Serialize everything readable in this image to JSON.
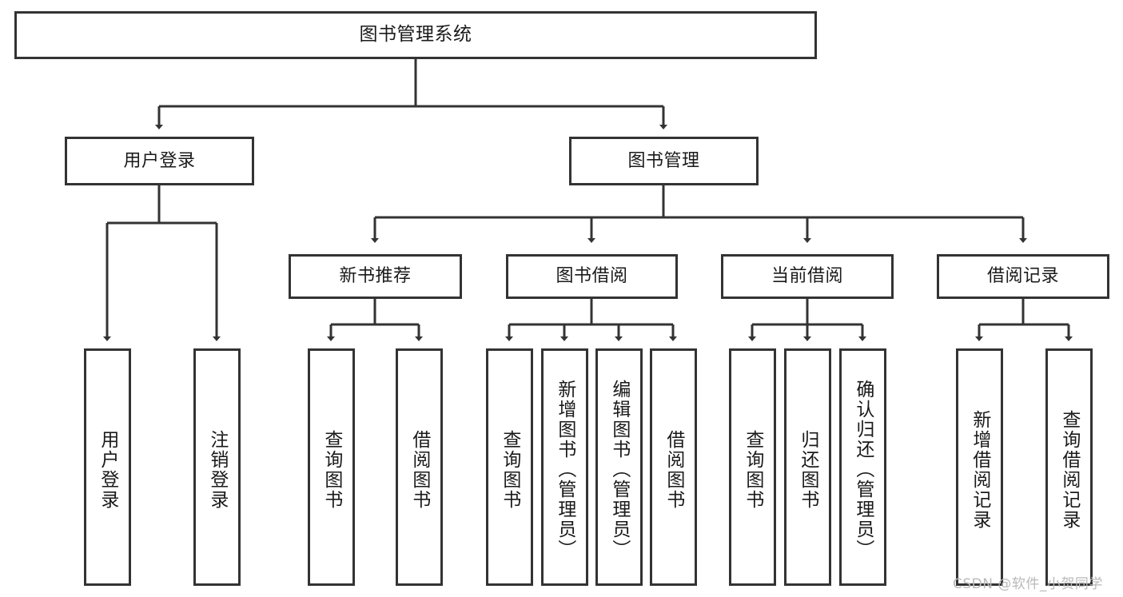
{
  "diagram": {
    "title": "图书管理系统",
    "type": "tree-hierarchy-diagram",
    "colors": {
      "box_border": "#333333",
      "box_fill": "#ffffff",
      "connector": "#333333",
      "text": "#1a1a1a",
      "watermark": "#b9b9b9",
      "background": "#ffffff"
    },
    "root": {
      "label": "图书管理系统"
    },
    "level2": [
      {
        "label": "用户登录"
      },
      {
        "label": "图书管理"
      }
    ],
    "level3": [
      {
        "label": "新书推荐"
      },
      {
        "label": "图书借阅"
      },
      {
        "label": "当前借阅"
      },
      {
        "label": "借阅记录"
      }
    ],
    "leaves": {
      "user_login": [
        {
          "label": "用户登录"
        },
        {
          "label": "注销登录"
        }
      ],
      "new_book_recommend": [
        {
          "label": "查询图书"
        },
        {
          "label": "借阅图书"
        }
      ],
      "book_borrow": [
        {
          "label": "查询图书"
        },
        {
          "label": "新增图书（管理员）"
        },
        {
          "label": "编辑图书（管理员）"
        },
        {
          "label": "借阅图书"
        }
      ],
      "current_borrow": [
        {
          "label": "查询图书"
        },
        {
          "label": "归还图书"
        },
        {
          "label": "确认归还（管理员）"
        }
      ],
      "borrow_record": [
        {
          "label": "新增借阅记录"
        },
        {
          "label": "查询借阅记录"
        }
      ]
    }
  },
  "watermark": {
    "text": "CSDN @软件_小贺同学"
  }
}
